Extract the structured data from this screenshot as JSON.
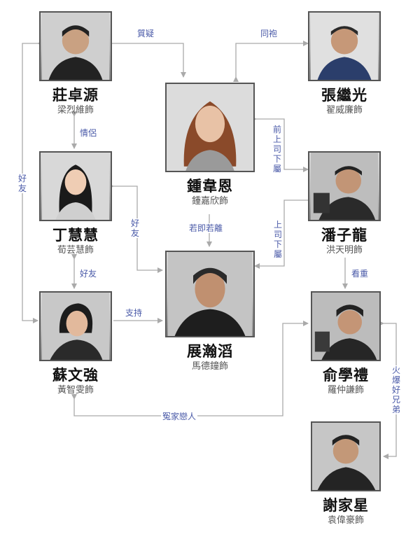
{
  "characters": [
    {
      "id": "zhuang",
      "name": "莊卓源",
      "actor": "梁烈維飾"
    },
    {
      "id": "zhang",
      "name": "張繼光",
      "actor": "翟威廉飾"
    },
    {
      "id": "zhong",
      "name": "鍾韋恩",
      "actor": "鍾嘉欣飾"
    },
    {
      "id": "ding",
      "name": "丁慧慧",
      "actor": "荀芸慧飾"
    },
    {
      "id": "pan",
      "name": "潘子龍",
      "actor": "洪天明飾"
    },
    {
      "id": "zhan",
      "name": "展瀚滔",
      "actor": "馬德鐘飾"
    },
    {
      "id": "su",
      "name": "蘇文強",
      "actor": "黃智雯飾"
    },
    {
      "id": "yu",
      "name": "俞學禮",
      "actor": "羅仲謙飾"
    },
    {
      "id": "xie",
      "name": "謝家星",
      "actor": "袁偉豪飾"
    }
  ],
  "relations": {
    "zhiyi": "質疑",
    "tongpao": "同袍",
    "qinglu": "情侶",
    "haoyou_left": "好友",
    "qianshangsi": "前上司下屬",
    "haoyou_mid": "好友",
    "ruoji": "若即若離",
    "shangsi": "上司下屬",
    "haoyou_ding_su": "好友",
    "kanzhong": "看重",
    "zhichi": "支持",
    "huobao": "火爆好兄弟",
    "yuanjia": "冤家戀人"
  },
  "colors": {
    "line": "#aaaaaa",
    "label": "#4a5aa8",
    "name": "#111111",
    "actor": "#555555"
  }
}
